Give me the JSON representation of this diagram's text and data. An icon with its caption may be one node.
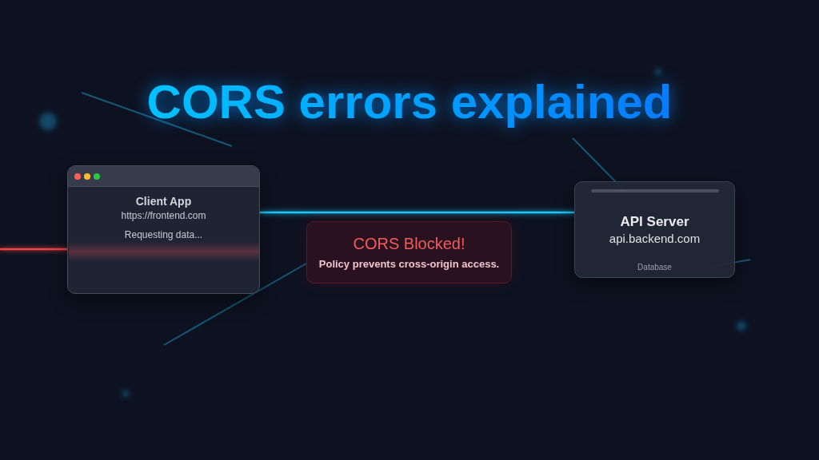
{
  "diagram": {
    "title": "CORS errors explained",
    "nodes": [
      {
        "text": [
          "Client App",
          "https://frontend.com",
          "Requesting data..."
        ]
      },
      {
        "text": [],
        "shape": "bar",
        "in": 0
      },
      {
        "text": [
          "CORS Blocked!",
          "Policy prevents cross-origin access."
        ]
      },
      {
        "text": [
          "API Server",
          "api.backend.com",
          "Database"
        ]
      }
    ],
    "edges": [
      {
        "from": 0,
        "to": 3,
        "arrow": "none"
      },
      {
        "from": null,
        "to": 0,
        "arrow": "none",
        "color": "#ef4444"
      }
    ]
  }
}
